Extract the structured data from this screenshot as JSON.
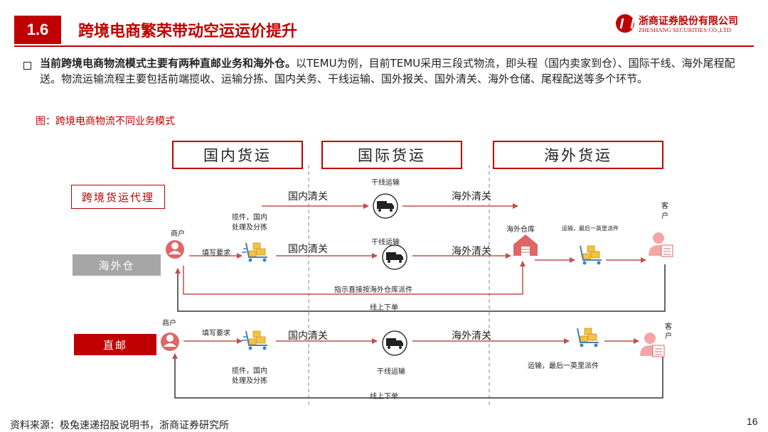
{
  "header": {
    "section_number": "1.6",
    "title": "跨境电商繁荣带动空运运价提升",
    "company_cn": "浙商证券股份有限公司",
    "company_en": "ZHESHANG SECURITIES CO.,LTD"
  },
  "intro": {
    "bold": "当前跨境电商物流模式主要有两种直邮业务和海外仓。",
    "text": "以TEMU为例，目前TEMU采用三段式物流，即头程（国内卖家到仓）、国际干线、海外尾程配送。物流运输流程主要包括前端揽收、运输分拣、国内关务、干线运输、国外报关、国外清关、海外仓储、尾程配送等多个环节。"
  },
  "figure_caption": "图：跨境电商物流不同业务模式",
  "diagram": {
    "stages": [
      "国内货运",
      "国际货运",
      "海外货运"
    ],
    "modes": {
      "agent": "跨境货运代理",
      "overseas_wh": "海外仓",
      "direct": "直邮"
    },
    "agent_row": {
      "customs_out": "国内清关",
      "trunk": "干线运输",
      "customs_in": "海外清关"
    },
    "wh_row": {
      "merchant": "商户",
      "fill_request": "填写要求",
      "pickup": "揽件，国内\n处理及分拣",
      "customs_out": "国内清关",
      "trunk": "干线运输",
      "customs_in": "海外清关",
      "warehouse": "海外仓库",
      "last_mile": "运输，最后一英里派件",
      "customer": "客\n户",
      "instruct": "指示直接按海外仓库派件",
      "online_order": "线上下单"
    },
    "direct_row": {
      "merchant": "商户",
      "fill_request": "填写要求",
      "pickup": "揽件，国内\n处理及分拣",
      "customs_out": "国内清关",
      "trunk": "干线运输",
      "customs_in": "海外清关",
      "last_mile": "运输，最后一英里派件",
      "customer": "客\n户",
      "online_order": "线上下单"
    }
  },
  "footer": {
    "source": "资料来源：极兔速递招股说明书，浙商证券研究所",
    "page": "16"
  },
  "colors": {
    "brand_red": "#c00000",
    "arrow_red": "#c0504d",
    "grey_tag": "#a6a6a6",
    "avatar_red": "#e06666",
    "avatar_pink": "#f4a6a6"
  }
}
